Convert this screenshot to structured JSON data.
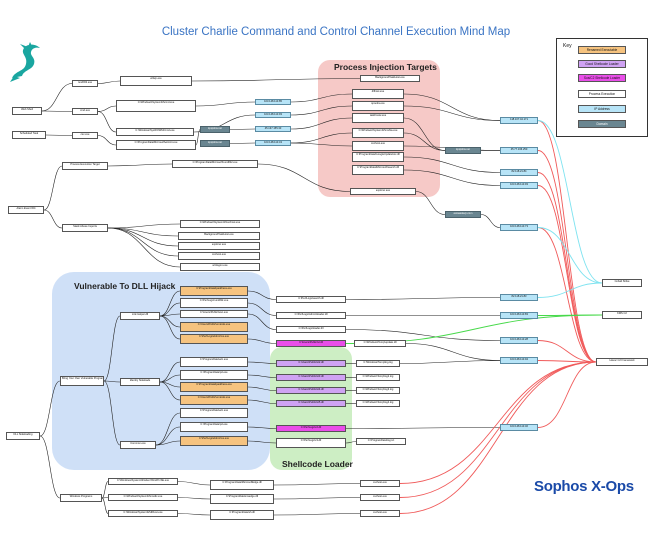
{
  "title": "Cluster Charlie Command and Control Channel Execution Mind Map",
  "brand": "Sophos X-Ops",
  "regions": {
    "injection": "Process Injection Targets",
    "dll_hijack": "Vulnerable To DLL Hijack",
    "shellcode": "Shellcode Loader"
  },
  "legend": {
    "title": "Key",
    "items": [
      {
        "label": "Renamed Executable",
        "color": "#f6c37f"
      },
      {
        "label": "Good Shellcode Loader",
        "color": "#cfa2f3"
      },
      {
        "label": "Sus/C2 Shellcode Loader",
        "color": "#e94ee9"
      },
      {
        "label": "Process Execution",
        "color": "#ffffff"
      },
      {
        "label": "IP Address",
        "color": "#b7e4f7"
      },
      {
        "label": "Domain",
        "color": "#6a8691"
      }
    ]
  },
  "colors": {
    "title": "#3a74c4",
    "edge": "#222222",
    "edge_c2": "#f05a5a",
    "edge_cobalt": "#7ee3f0",
    "edge_kms": "#47d94a",
    "region_injection": "#f6c9c7",
    "region_dll": "#cfe0f7",
    "region_shellcode": "#cdeec4"
  },
  "nodes": {
    "web_shell": "Web Shell",
    "sched_task": "Scheduled Task",
    "alarm_exe": "Alarm Event ID4",
    "dll_sideloading": "DLL Sideloading",
    "windows_programs": "Windows Programs",
    "process_exec": "Process Execution Target",
    "stack_imports": "Stack Abuse Imports",
    "using_own_vuln": "Bring Your Own Vulnerable Program",
    "bid_uniq": "Link Helper.dll",
    "identity_sideloads": "Identity Sideloads",
    "common_exe": "Common.exe",
    "rundll32": "rundll32.exe",
    "cmd_exe": "cmd.exe",
    "csc_exe": "csc.exe",
    "w3wp": "w3wp.exe",
    "cmd1": "C:\\Windows\\System32\\cmd.exe",
    "cmd2": "C:\\Windows\\SysWOW64\\cmd.exe",
    "proc_renamed": "C:\\ProgramData\\Microsoft\\wininit.exe",
    "proc_renamed2": "C:\\ProgramData\\Microsoft\\rundll32.exe",
    "svchost": "C:\\Windows\\System32\\svchost.exe",
    "bagent": "BackgroundTaskHost.exe",
    "explorer": "explorer.exe",
    "conhost": "conhost.exe",
    "winlogon": "winlogon.exe",
    "explorer2": "BackgroundTaskHost.exe",
    "dllhost": "dllhost.exe",
    "spoolsv": "spoolsv.exe",
    "taskhost": "taskhostw.exe",
    "mshta": "C:\\Windows\\System32\\mshta.exe",
    "programdata_dll": "C:\\ProgramData\\GoogleUpdate\\ioc.dll",
    "fileprogram": "C:\\ProgramData\\Microsoft\\search.dll",
    "perflogs1": "C:\\PerfLogs\\search.dll",
    "perflogs2": "C:\\PerfLogs\\Admin\\loader.dll",
    "perflogs3": "C:\\PerfLogs\\loader.dll",
    "windir_tmp": "C:\\Windows\\Temp\\update.dll",
    "windir_tmp2": "C:\\Windows\\Temp\\debug.dll",
    "windir_tmp3": "C:\\Windows\\Temp\\debug.log",
    "s1": "C:\\Users\\Public\\sl.dll",
    "s2": "C:\\Users\\Public\\sl2.dll",
    "s3": "C:\\Users\\Public\\sl3.dll",
    "s4": "C:\\Users\\Public\\sl4.dll",
    "s5": "C:\\Users\\Public\\sl5.dll",
    "s6": "C:\\PerfLogs\\c2.dll",
    "s7": "C:\\PerfLogs\\c3.dll",
    "log1": "C:\\Windows\\Temp\\log.log",
    "log2": "C:\\Windows\\Temp\\log2.log",
    "log3": "C:\\Windows\\Temp\\log3.log",
    "log4": "C:\\Windows\\Temp\\log4.log",
    "prog_ilog": "C:\\ProgramData\\log.txt",
    "ip1": "103.148.113.85",
    "ip2": "103.148.113.93",
    "ip3": "45.137.155.33",
    "ip4": "103.148.113.43",
    "ip5": "118.107.44.171",
    "ip6": "45.77.166.250",
    "ip7": "82.118.21.84",
    "ip8": "103.148.113.93",
    "ip9": "103.148.113.73",
    "ip10": "82.118.21.83",
    "ip11": "103.148.113.83",
    "ip12": "103.148.113.28",
    "ip13": "103.148.113.94",
    "ip14": "103.148.113.46",
    "ip15": "103.148.113.96",
    "dom1": "kpqrsbw.net",
    "dom2": "kpqrsbw.net",
    "dom3": "kpqrsbw.net",
    "dom4": "ewoasdevp.com",
    "cobalt": "Cobalt Strike",
    "kms": "KMS C2",
    "havoc": "Havoc C2 Framework",
    "renamed_a": "C:\\ProgramData\\ipaddress.exe",
    "renamed_b": "C:\\PerfLogs\\rundll32.exe",
    "renamed_c": "C:\\Users\\Public\\wsc.exe",
    "renamed_d": "C:\\Users\\Public\\vmtools.exe",
    "renamed_e": "C:\\PerfLogs\\Admin\\vs.exe",
    "renamed_f": "C:\\ProgramData\\win.exe",
    "renamed_g": "C:\\ProgramData\\pd.exe",
    "winprog1": "C:\\Windows\\System32\\wbem\\WmiPrvSE.exe",
    "winprog2": "C:\\Windows\\System32\\msdtc.exe",
    "winprog3": "C:\\Windows\\System32\\dllhost.exe",
    "winprog4": "C:\\ProgramData\\MicrosoftEdge.dll",
    "winprog5": "C:\\ProgramData\\msedge.dll",
    "winprog6": "C:\\ProgramData\\sh.dll",
    "final1": "svchost.exe",
    "final2": "svchost.exe",
    "final3": "svchost.exe"
  }
}
